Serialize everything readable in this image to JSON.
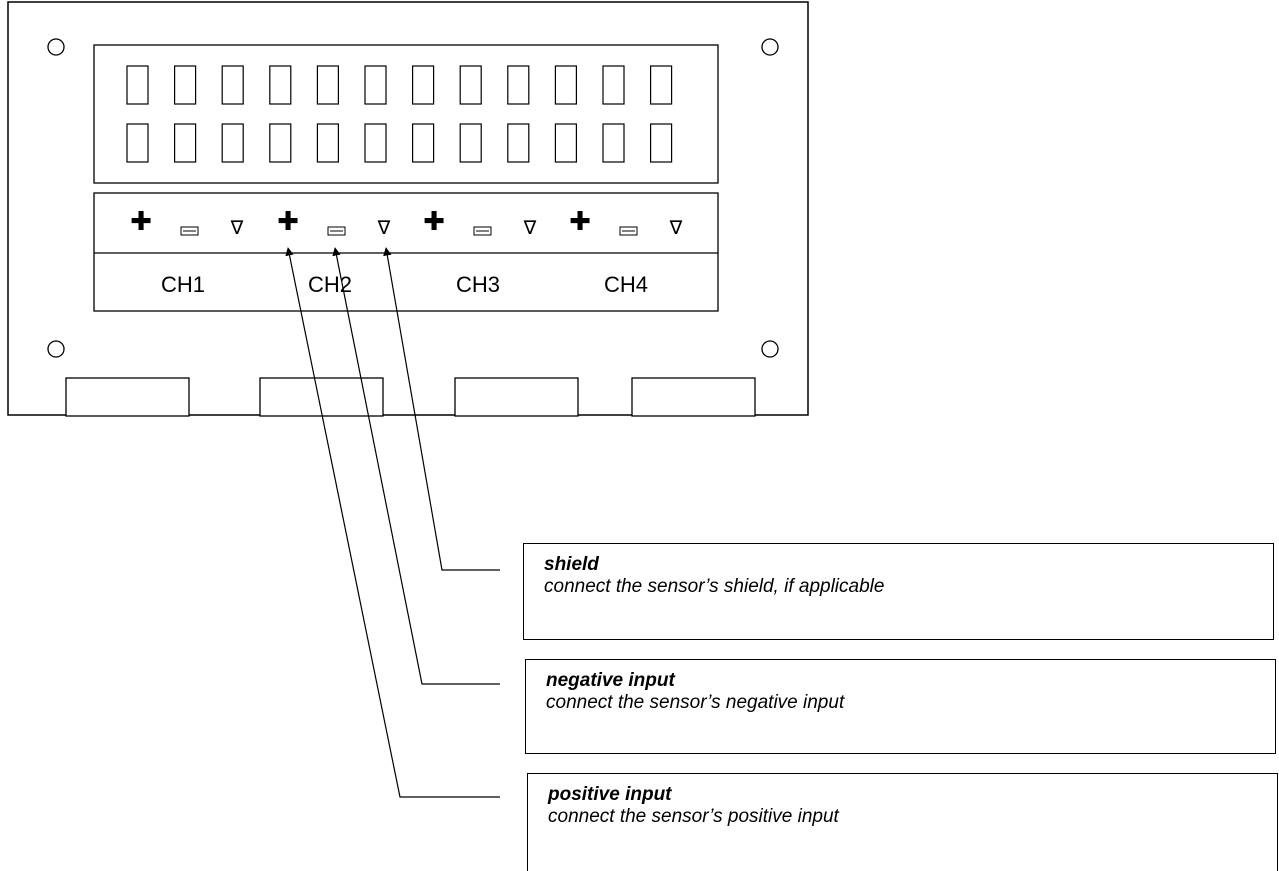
{
  "channels": [
    {
      "label": "CH1"
    },
    {
      "label": "CH2"
    },
    {
      "label": "CH3"
    },
    {
      "label": "CH4"
    }
  ],
  "pin_symbols": {
    "positive": "✚",
    "shield": "∇"
  },
  "callouts": {
    "shield": {
      "title": "shield",
      "description": "connect the sensor’s shield, if applicable"
    },
    "negative": {
      "title": "negative input",
      "description": "connect the sensor’s negative input"
    },
    "positive": {
      "title": "positive input",
      "description": "connect the sensor’s positive input"
    }
  }
}
